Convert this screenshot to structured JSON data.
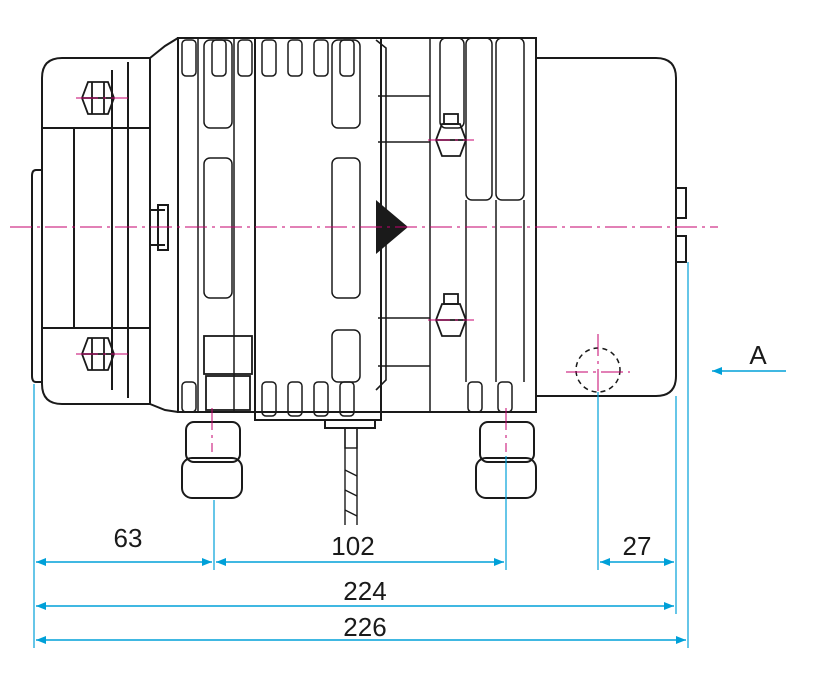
{
  "drawing": {
    "view_label": "A",
    "dimensions": [
      {
        "id": "dim-63",
        "value": "63"
      },
      {
        "id": "dim-102",
        "value": "102"
      },
      {
        "id": "dim-27",
        "value": "27"
      },
      {
        "id": "dim-224",
        "value": "224"
      },
      {
        "id": "dim-226",
        "value": "226"
      }
    ]
  },
  "colors": {
    "outline": "#1a1a1a",
    "dimension": "#00a0d8",
    "centerline": "#c4006e"
  }
}
